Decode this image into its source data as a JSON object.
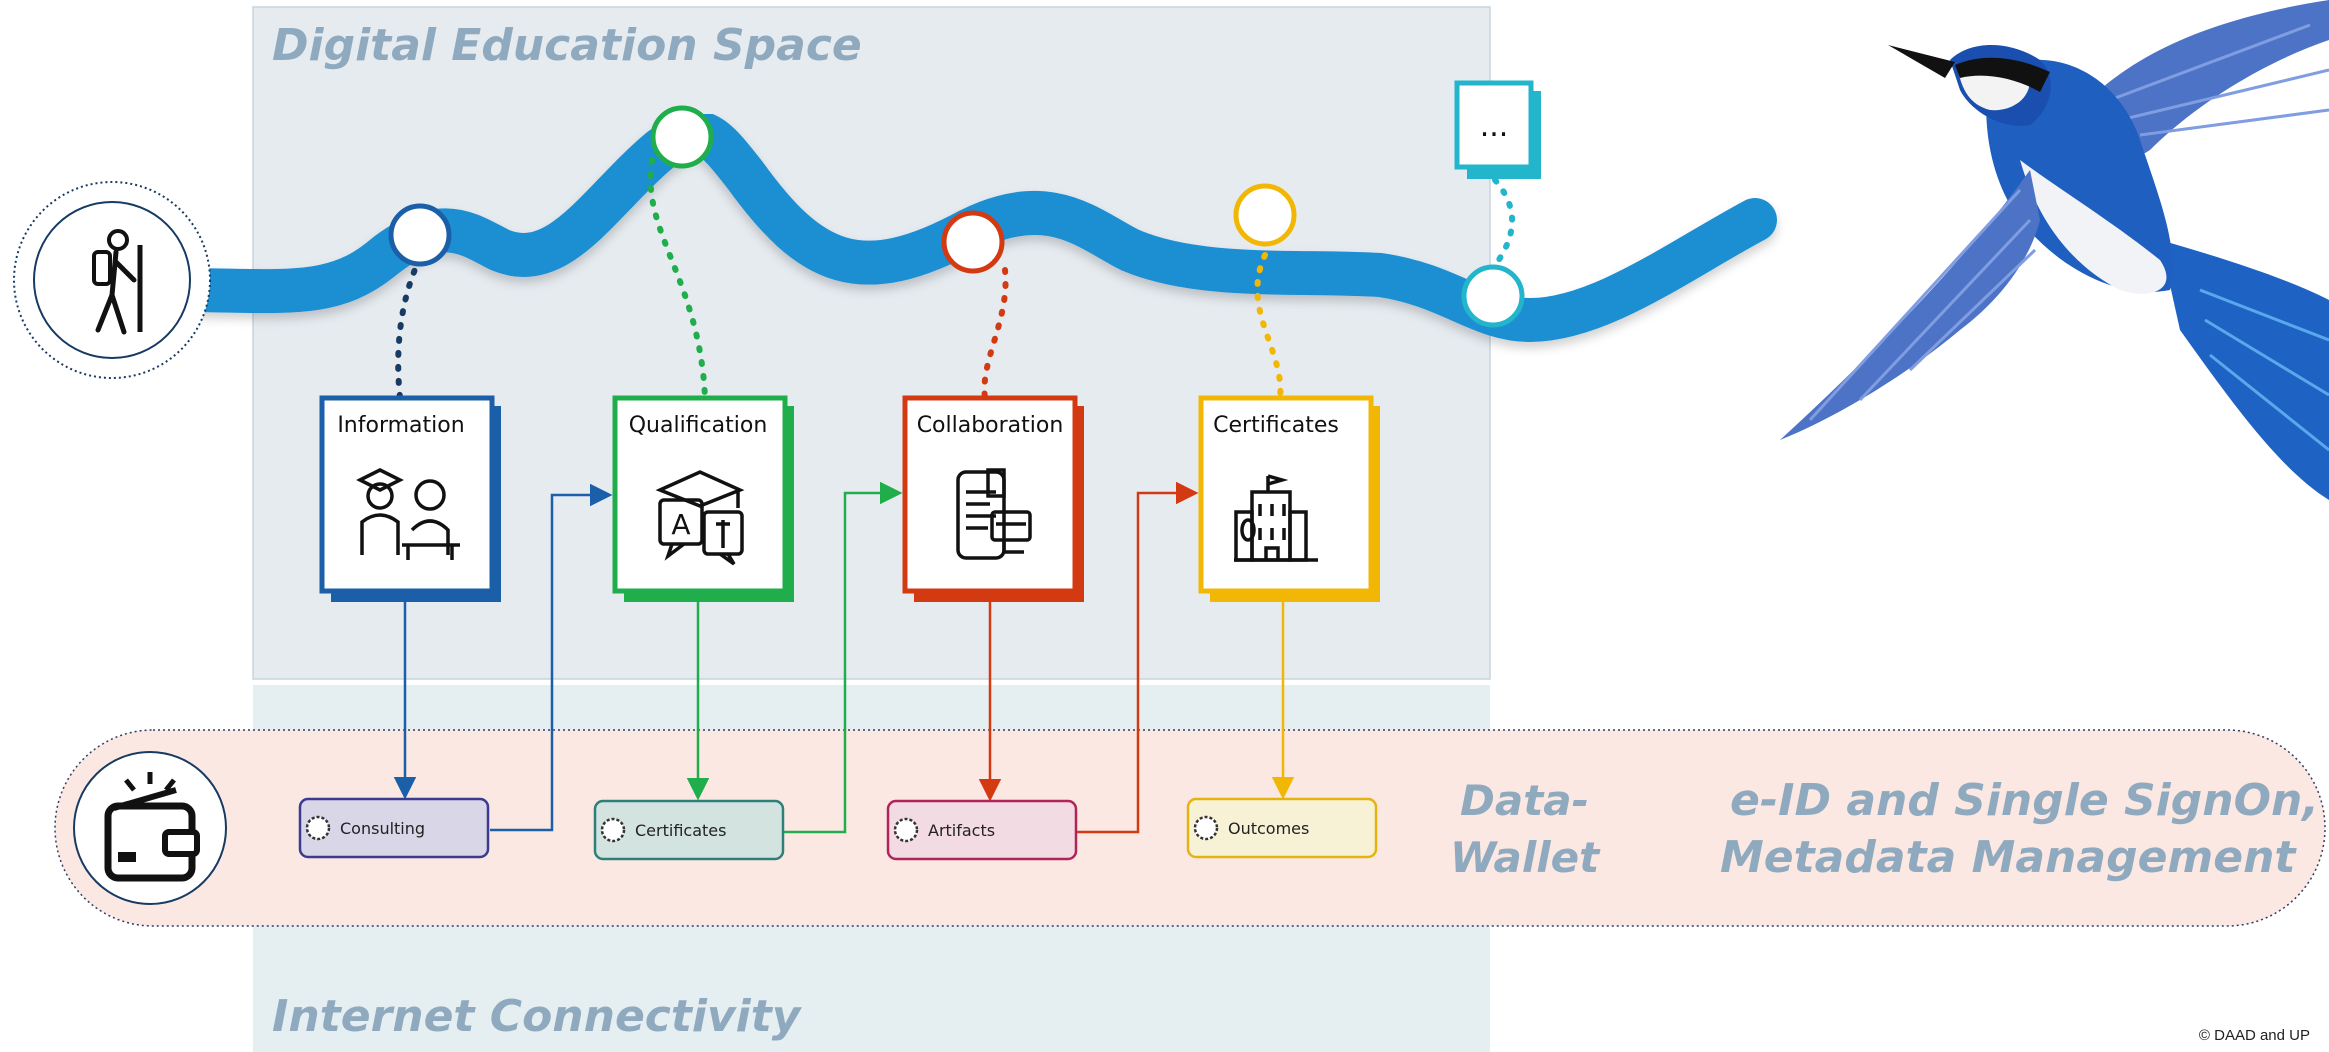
{
  "regions": {
    "top_title": "Digital Education Space",
    "bottom_title": "Internet Connectivity"
  },
  "journey": {
    "more_label": "..."
  },
  "stages": [
    {
      "title": "Information",
      "icon": "student-teacher-icon",
      "color": "#1a5fa8",
      "wallet_item": "Consulting",
      "wallet_fill": "#d9d6e8",
      "wallet_stroke": "#3b3b8f"
    },
    {
      "title": "Qualification",
      "icon": "language-learning-icon",
      "color": "#1fae4b",
      "wallet_item": "Certificates",
      "wallet_fill": "#d2e3e0",
      "wallet_stroke": "#2e7f78"
    },
    {
      "title": "Collaboration",
      "icon": "documents-icon",
      "color": "#d43a12",
      "wallet_item": "Artifacts",
      "wallet_fill": "#f2dbe3",
      "wallet_stroke": "#b1245a"
    },
    {
      "title": "Certificates",
      "icon": "university-building-icon",
      "color": "#f2b705",
      "wallet_item": "Outcomes",
      "wallet_fill": "#f7f1d6",
      "wallet_stroke": "#e3b410"
    }
  ],
  "data_wallet": {
    "label_line1": "Data-",
    "label_line2": "Wallet",
    "features_line1": "e-ID and Single SignOn,",
    "features_line2": "Metadata Management"
  },
  "copyright": "© DAAD and UP",
  "colors": {
    "river": "#1f8fd3",
    "panel": "#e6ebf0",
    "panel_bottom": "#e4eef0",
    "wallet_band": "#fbe8e3",
    "cyan": "#22b5cc",
    "bird_blue": "#2563c4"
  }
}
